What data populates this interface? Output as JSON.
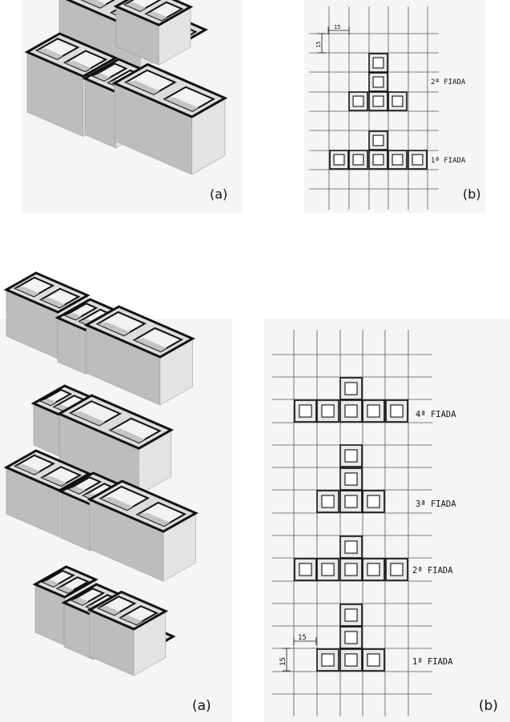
{
  "figure1": {
    "label_a": "(a)",
    "label_b": "(b)",
    "dim_horizontal": "15",
    "dim_vertical": "15",
    "course_labels": [
      "2ª FIADA",
      "1ª FIADA"
    ]
  },
  "figure2": {
    "label_a": "(a)",
    "label_b": "(b)",
    "dim_horizontal": "15",
    "dim_vertical": "15",
    "course_labels": [
      "4ª FIADA",
      "3ª FIADA",
      "2ª FIADA",
      "1ª FIADA"
    ]
  },
  "colors": {
    "block_top": "#dcdcdc",
    "block_left": "#bdbdbd",
    "block_right": "#e3e3e3",
    "outline": "#111111",
    "grid": "#555555",
    "cell_fill": "#e9e9e9",
    "panel_bg": "#f5f5f7"
  }
}
